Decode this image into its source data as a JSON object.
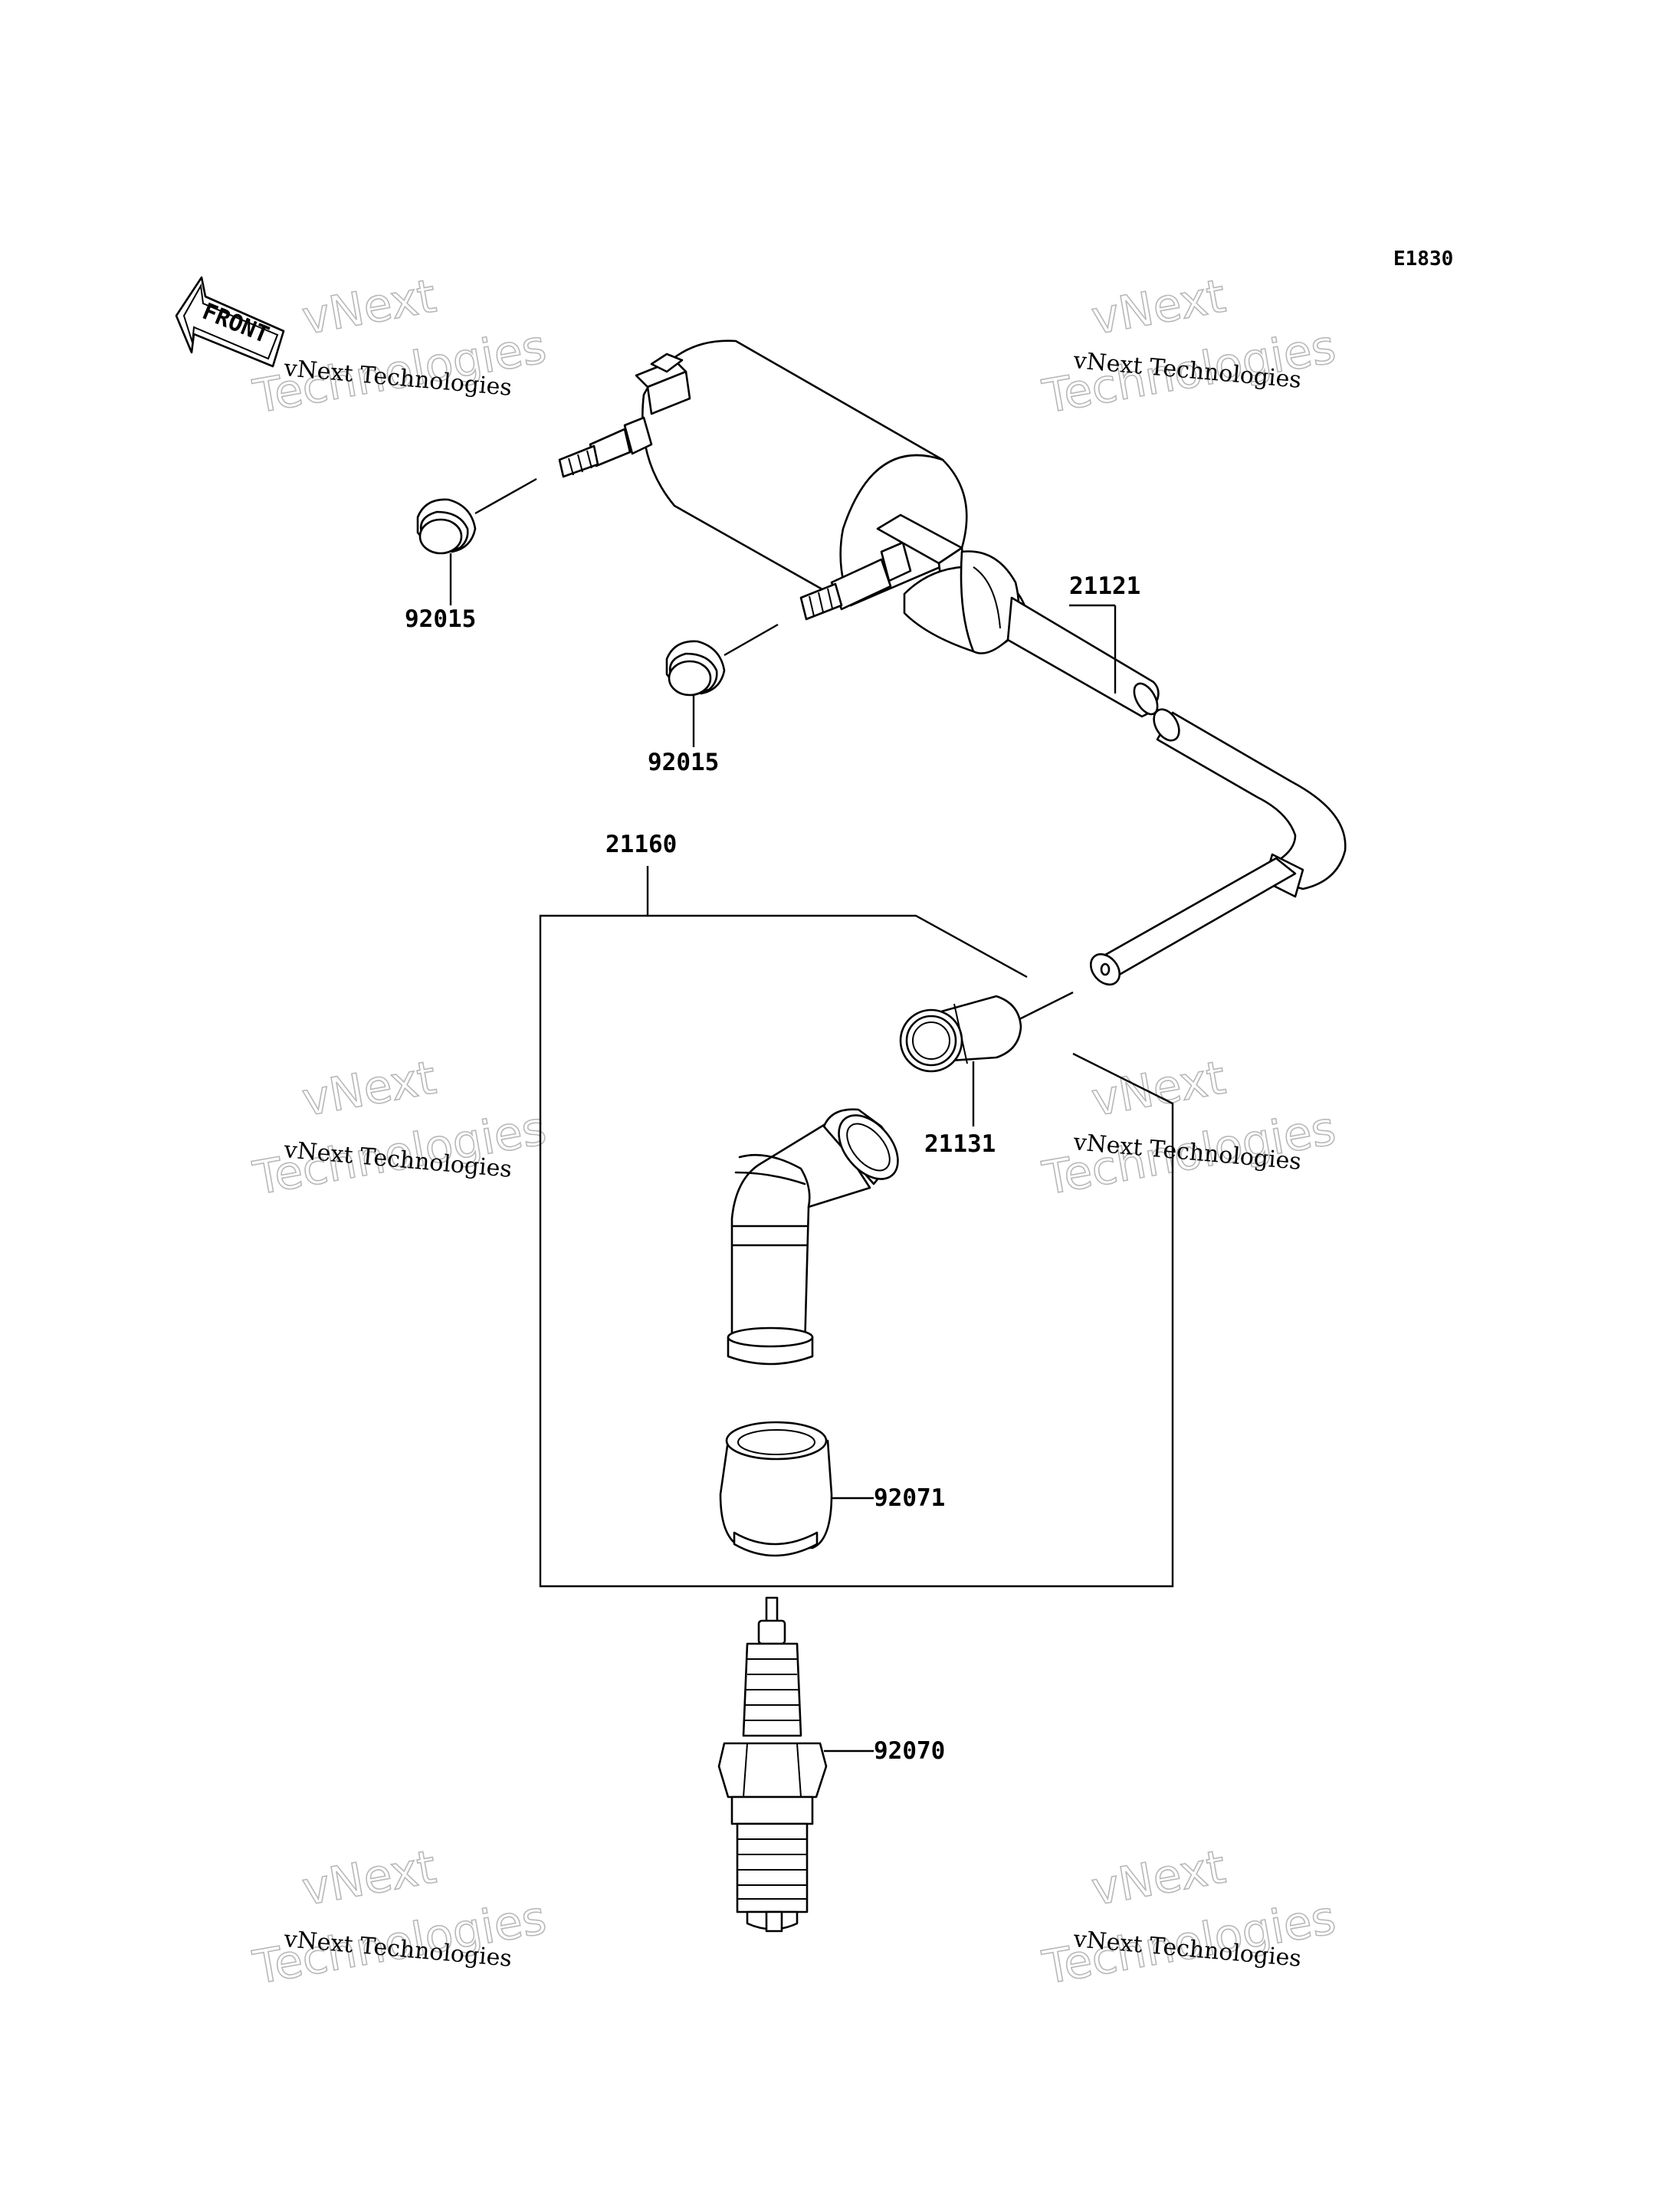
{
  "diagram_code": "E1830",
  "front_label": "FRONT",
  "watermark": {
    "line1": "vNext Technologies",
    "big_top": "vNext",
    "big_bottom": "Technologies"
  },
  "parts": [
    {
      "id": "coil-nut-left",
      "number": "92015"
    },
    {
      "id": "coil-nut-right",
      "number": "92015"
    },
    {
      "id": "ignition-coil",
      "number": "21121"
    },
    {
      "id": "plug-cap-assembly",
      "number": "21160"
    },
    {
      "id": "cap-connector",
      "number": "21131"
    },
    {
      "id": "seal-boot",
      "number": "92071"
    },
    {
      "id": "spark-plug",
      "number": "92070"
    }
  ]
}
